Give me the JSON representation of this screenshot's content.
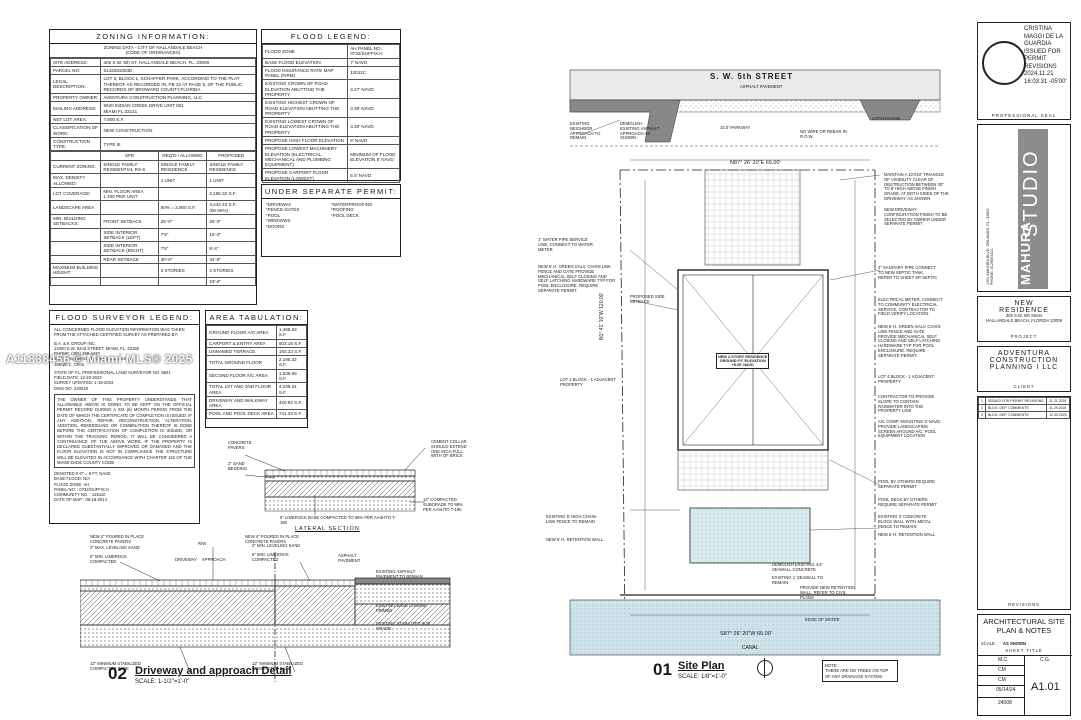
{
  "watermark": "A11838456 © Miami MLS® 2025",
  "zoning": {
    "title": "ZONING INFORMATION:",
    "subtitle": "ZONING DATA - CITY OF HALLANDALE BEACH\n(CODE OF ORDINANCES)",
    "rows": [
      [
        "SITE ADDRESS:",
        "305 S.W. 5th ST, HALLANDALE BEACH, FL. 33009"
      ],
      [
        "PARCEL NO:",
        "5142281003D"
      ],
      [
        "LEGAL DESCRIPTION:",
        "LOT 3, BLOCK 1, SCHAFFER PARK, ACCORDING TO THE PLAT THEREOF AS RECORDED IN, PB 32 AT PAGE 5, OF THE PUBLIC RECORDS OF BROWARD COUNTY,FLORIDA"
      ],
      [
        "PROPERTY OWNER:",
        "AVENTURA CONSTRUCTION PLANNING, LLC."
      ],
      [
        "MAILING ADDRESS:",
        "6820 INDIAN CREEK DRIVE UNIT 601\nMIAMI FL 33141"
      ],
      [
        "NET LOT AREA:",
        "7,800 S.F."
      ],
      [
        "CLASSIFICATION OF WORK:",
        "NEW CONSTRUCTION"
      ],
      [
        "CONSTRUCTION TYPE:",
        "TYPE III"
      ]
    ],
    "grid_head": [
      "",
      "SFR",
      "REQ'D / ALLOWED",
      "PROPOSED"
    ],
    "grid": [
      [
        "CURRENT ZONING:",
        "SINGLE FAMILY RESIDENTIAL RS-6",
        "SINGLE FAMILY RESIDENCE",
        "SINGLE FAMILY RESIDENCE"
      ],
      [
        "MAX. DENSITY ALLOWED:",
        "",
        "1 UNIT",
        "1 UNIT"
      ],
      [
        "LOT COVERAGE:",
        "MIN. FLOOR AREA 1,400 PER UNIT",
        "",
        "2,195.32 S.F."
      ],
      [
        "LANDSCAPE AREA",
        "",
        "50% = 3,900 S.F.",
        "4,442.43 S.F. (56.95%)"
      ],
      [
        "MIN. BUILDING SETBACKS:",
        "FRONT SETBACK",
        "25'-0\"",
        "25'-0\""
      ],
      [
        "",
        "SIDE INTERIOR SETBACK (LEFT)",
        "7'6\"",
        "15'-0\""
      ],
      [
        "",
        "SIDE INTERIOR SETBACK (RIGHT)",
        "7'6\"",
        "9'-4\""
      ],
      [
        "",
        "REAR SETBACK",
        "30'-0\"",
        "34'-6\""
      ],
      [
        "MAXIMUM BUILDING HEIGHT:",
        "",
        "2 STORIES",
        "2 STORIES"
      ],
      [
        "",
        "",
        "",
        "23'-6\""
      ]
    ]
  },
  "flood_legend": {
    "title": "FLOOD LEGEND:",
    "rows": [
      [
        "FLOOD ZONE",
        "AH PANEL NO.: 0732/SUFFIX:H"
      ],
      [
        "BASE FLOOD ELEVATION",
        "7' NAVD"
      ],
      [
        "FLOOD INSURANCE RATE MAP PANEL (FIRM)",
        "12011C"
      ],
      [
        "EXISTING CROWN OF ROAD ELEVATION ABUTTING THE PROPERTY",
        "3.27' NAVD"
      ],
      [
        "EXISTING HIGHEST CROWN OF ROAD ELEVATION ABUTTING THE PROPERTY",
        "3.39' NAVD"
      ],
      [
        "EXISTING LOWEST CROWN OF ROAD ELEVATION ABUTTING THE PROPERTY",
        "3.30' NAVD"
      ],
      [
        "PROPOSE HIGH FLOOR ELEVATION",
        "8' NAVD"
      ],
      [
        "PROPOSE LOWEST MACHINERY ELEVATION (ELECTRICAL, MECHANICAL AND PLUMBING EQUIPMENT)",
        "MINIMUM OF FLOOD ELEVATION 8' NAVD"
      ],
      [
        "PROPOSE CARPORT FLOOR ELEVATION (LOWEST)",
        "5.0' NAVD"
      ]
    ]
  },
  "separate_permit": {
    "title": "UNDER SEPARATE PERMIT:",
    "col1": [
      "*DRIVEWAY",
      "*FENCE-GATES",
      "*POOL",
      "*WINDOWS",
      "*DOORS"
    ],
    "col2": [
      "*WATERPROOFING",
      "*ROOFING",
      "*POOL DECK"
    ]
  },
  "surveyor": {
    "title": "FLOOD SURVEYOR LEGEND:",
    "intro": "ALL CONCERNED FLOOD ELEVATION INFORMATION WAS TAKEN FROM THE ATTACHED CERTIFIED SURVEY AS PREPARED BY:",
    "firm": "B.A. & K GROUP INC.\n12000 S.W. 92nd STREET, MIAMI, FL. 33186\nPHONE: (305) 388-4422\nEMAIL:engineercontractor@gmail.com\nJoseph C. Chon.",
    "details": "STATE OF FL. PROFESSIONAL LAND SURVEYOR NO. 6821\nFIELD DATE: 12-20-2023\nSURVEY UPDATED: 1-18-2024\nDWG NO. 240018",
    "owner_note": "THE OWNER OF THIS PROPERTY UNDERSTANDS THAT ALLOWABLE ABOVE IS DOING TO BE KEPT ON THE OFFICIAL PERMIT RECORD DURING A SIX (6) MONTH PERIOD FROM THE DATE OF WHICH THE CERTIFICATE OF COMPLETION IS ISSUED. IF ANY ADDITION, REPAIR, RECONSTRUCTION, ALTERATION, ADDITION, REMODELING OR COMBINATION THEREOF IS DONE BEFORE THE CERTIFICATION OF COMPLETION IS ISSUED, OR WITHIN THE TRACKING PERIOD, IT WILL BE CONSIDERED A CONTINUANCE OF THE ABOVE WORK. IF THE PROPERTY IS DECLARED SUBSTANTIALLY IMPROVED OR DAMAGED AND THE FLOOR ELEVATION IS NOT IN COMPLIANCE THE STRUCTURE WILL BE ELEVATED IN ACCORDANCE WITH CHARTER 110 OF THE MIAMI-DADE COUNTY CODE.",
    "datum": [
      "DENOTED 0'-0\" = 8 FT. NAVD",
      "BASE FLOOD: N/A",
      "FLOOD ZONE: AH",
      "PANEL NO. : 0732/SUFFIX:H",
      "COMMUNITY NO. : 125110",
      "DATE OF MAP : 08-18-2014"
    ]
  },
  "area": {
    "title": "AREA TABULATION:",
    "rows": [
      [
        "GROUND FLOOR A/C AREA",
        "1,498.63 S.F."
      ],
      [
        "CARPORT & ENTRY AREA",
        "503.19 S.F."
      ],
      [
        "UNNAMED TERRACE",
        "193.33 S.F."
      ],
      [
        "TOTAL GROUND FLOOR",
        "2,195.32 S.F."
      ],
      [
        "SECOND FLOOR A/C AREA",
        "1,839.99 S.F."
      ],
      [
        "TOTAL 1ST AND 2ND FLOOR AREA",
        "4,035.31 S.F."
      ],
      [
        "DRIVEWAY AND WALKWAY AREA",
        "420.92 S.F."
      ],
      [
        "POOL AND POOL DECK AREA",
        "741.33 S.F."
      ]
    ]
  },
  "details": {
    "lateral_labels": [
      "CONCRETE PAVERS",
      "2\" SAND BEDDING",
      "CEMENT COLLAR SHOULD EXTEND ONE INCH FULL WITH OF BRICK",
      "6\" LIMEROCK BASE COMPACTED TO 98% PER AASHTO T-180",
      "12\" COMPACTED SUBGRADE TO 98% PER AASHTO T-180"
    ],
    "lateral_title": "LATERAL SECTION",
    "section_labels": [
      "NEW 4\" POURED IN PLACE CONCRETE PAVERS",
      "2\" MAX. LEVELING SAND",
      "6\" MIN. LIMEROCK COMPACTED",
      "R/W",
      "DRIVEWAY",
      "APPROACH",
      "NEW 4\" POURED IN PLACE CONCRETE PAVERS",
      "2\" MIN. LEVELING SAND",
      "6\" MIN. LIMEROCK COMPACTED",
      "ASPHALT PAVEMENT",
      "EXISTING ASPHALT PAVEMENT TO REMAIN",
      "EXISTING BASE COURSE PRIMED",
      "EXISTING STABILIZED SUB GRADE",
      "12\" MINIMUM STABILIZED COMPACTED BASE",
      "12\" MINIMUM STABILIZED COMPACTED BASE"
    ],
    "detail_num": "02",
    "detail_title": "Driveway and approach Detail",
    "detail_scale": "SCALE: 1-1/2\"=1'-0\""
  },
  "site": {
    "street": "S. W. 5th STREET",
    "asphalt": "ASPHALT PAVEMENT",
    "parkway": "10.0' PARKWAY",
    "lot_width_top": "N87° 26' 20\"E 65.00'",
    "lot_width_bottom": "S87° 26' 20\"W 65.00'",
    "side_left": "N1° 41' 10\"W 120.00'",
    "canal": "CANAL",
    "house_label": "NEW 2-STORY RESIDENCE\nGROUND F.F. ELEVATION\n+8.00' NAVD",
    "left_notes": [
      "EXISTING NEIGHBOR APPROACH TO REMAIN",
      "DEMOLISH EXISTING ASPHALT APPROACH AS SHOWN",
      "1\" WATER PIPE SERVICE LINE, CONNECT TO WATER METER",
      "NEW 6' H. GREEN GALV. CHAIN LINK FENCE AND GATE PROVIDE MECHANICAL SELF CLOSING AND SELF LATCHING HARDWARE TYP FOR POOL ENCLOSURE. REQUIRE SEPARATE PERMIT.",
      "PROPOSED SIDE SETBACK",
      "LOT 2 BLOCK - 1 ADJACENT PROPERTY",
      "EXISTING 5' HIGH CHAIN-LINK FENCE TO REMAIN",
      "NEW 5' H. RETENTION WALL"
    ],
    "right_notes": [
      "CATCH BASIN",
      "NO WIRE OR REBAR IN R.O.W.",
      "MAINTAIN A 10'X10' TRIANGLE OF VISIBILITY CLEAR OF OBSTRUCTION BETWEEN 30\" TO 8' HIGH ABOVE FINISH GRADE, AT BOTH SIDES OF THE DRIVEWAY, AS SHOWN",
      "NEW DRIVEWAY CONFIGURATION FINISH TO BE SELECTED BY OWNER UNDER SEPARATE PERMIT",
      "4\" SANITARY PIPE CONNECT TO NEW SEPTIC TANK, REFER TO SHEET SP-SEPTIC",
      "ELECTRICAL METER, CONNECT TO COMMUNITY ELECTRICAL SERVICE, CONTRACTOR TO FIELD VERIFY LOCATION",
      "NEW 6' H. GREEN GALV. CHAIN LINK FENCE AND GATE PROVIDE MECHANICAL SELF CLOSING AND SELF LATCHING HARDWARE TYP FOR POOL ENCLOSURE. REQUIRE SEPARATE PERMIT.",
      "LOT 4 BLOCK - 1 ADJACENT PROPERTY",
      "CONTRACTOR TO PROVIDE SLOPE TO CONTAIN RAINWATER INTO THE PROPERTY LINE",
      "A/C COMP. MOUNTING 8' NAVD. PROVIDE LANDSCAPING SCREEN AROUND A/C. POOL EQUIPMENT LOCATION",
      "POOL BY OTHERS REQUIRE SEPARATE PERMIT",
      "POOL DECK BY OTHERS REQUIRE SEPARATE PERMIT",
      "EXISTING 3' CONCRETE BLOCK WALL WITH METAL FENCE TO REMAIN",
      "NEW 5' H. RETENTION WALL"
    ],
    "bottom_notes": [
      "DEMOLISH EXISTING 4.6' SEAWALL CONCRETE",
      "EXISTING 1' SEAWALL TO REMAIN",
      "PROVIDE NEW RETENTION WALL, REFER TO CIVIL PLANS",
      "EDGE OF WATER"
    ],
    "plan_num": "01",
    "plan_title": "Site Plan",
    "plan_scale": "SCALE: 1/8\"=1'-0\"",
    "note": "NOTE:\nTHERE ARE NO TREES ON TOP OF ANY DRAINAGE SYSTEM."
  },
  "seal": {
    "text": "CRISTINA MAGGI DE LA GUARDIA ISSUED FOR PERMIT REVISIONS 2024.11.21 16:03:31 -05'00'",
    "label": "PROFESSIONAL SEAL"
  },
  "firm": {
    "name_small": "MAHURA",
    "name_big": "STUDIO",
    "address": "1401 MAHURA BLVD. ORLANDO, FL. 32803\nPHONE: 3125554321"
  },
  "project": {
    "title": "NEW RESIDENCE",
    "address": "305 S.W. 5th Street\nHALLANDALE BEACH, FLORIDA 33009",
    "label": "PROJECT"
  },
  "client": {
    "name": "ADVENTURA CONSTRUCTION PLANNING I LLC",
    "label": "CLIENT"
  },
  "revisions": {
    "label": "REVISIONS",
    "rows": [
      [
        "1",
        "ISSUED FOR PERMIT REVISIONS",
        "11.21.2024"
      ],
      [
        "2",
        "BLDG. DEP. COMMENTS",
        "11.29.2024"
      ],
      [
        "3",
        "BLDG. DEP. COMMENTS",
        "12.03.2024"
      ]
    ]
  },
  "sheet": {
    "title": "ARCHITECTURAL SITE PLAN & NOTES",
    "scale_label": "SCALE",
    "scale": "AS SHOWN",
    "sheet_title_label": "SHEET TITLE",
    "drawn": "M.C.",
    "checked": "C.G.",
    "row2a": "CM",
    "row2b": "CM",
    "date": "05/14/24",
    "job": "24008",
    "number": "A1.01"
  }
}
